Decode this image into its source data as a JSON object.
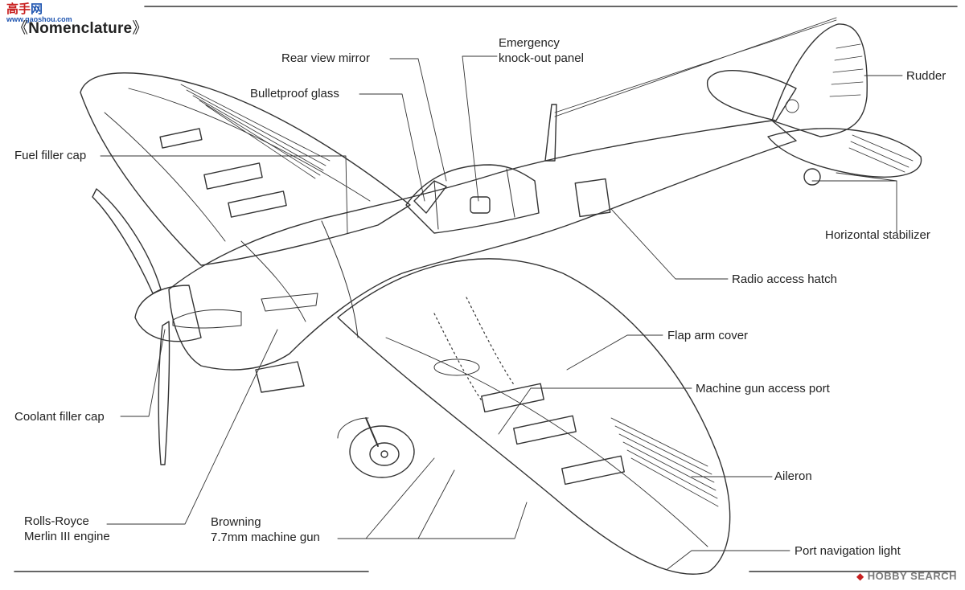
{
  "header": {
    "title_left": "《",
    "title": "Nomenclature",
    "title_right": "》"
  },
  "logo": {
    "text_a": "高",
    "text_b": "手",
    "text_c": "网",
    "url": "www.gaoshou.com"
  },
  "labels": {
    "rear_view_mirror": "Rear view mirror",
    "emergency_line1": "Emergency",
    "emergency_line2": "knock-out panel",
    "bulletproof_glass": "Bulletproof glass",
    "fuel_filler_cap": "Fuel filler cap",
    "rudder": "Rudder",
    "horizontal_stabilizer": "Horizontal stabilizer",
    "radio_access_hatch": "Radio access hatch",
    "flap_arm_cover": "Flap arm cover",
    "machine_gun_access_port": "Machine gun access port",
    "coolant_filler_cap": "Coolant filler cap",
    "aileron": "Aileron",
    "engine_line1": "Rolls-Royce",
    "engine_line2": "Merlin III engine",
    "browning_line1": "Browning",
    "browning_line2": "7.7mm machine gun",
    "port_navigation_light": "Port navigation light"
  },
  "watermark": {
    "mark": "◆",
    "text": "HOBBY SEARCH"
  },
  "colors": {
    "line": "#333333",
    "paper": "#ffffff",
    "logo_red": "#c81e1e",
    "logo_blue": "#1f55b0"
  }
}
